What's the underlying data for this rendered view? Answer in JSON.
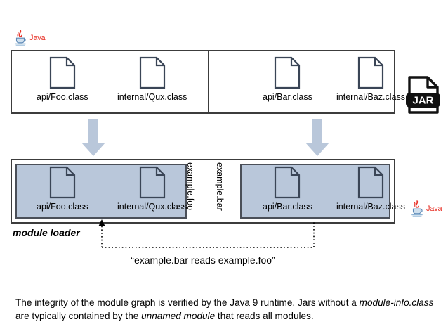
{
  "diagram": {
    "title": "Java 9 module graph / jar to module loading diagram",
    "colors": {
      "module_fill": "#b9c7da",
      "module_border": "#4a4f58",
      "box_border": "#3c3c3c",
      "arrow_fill": "#b9c7da",
      "java_red": "#e8342a",
      "jar_black": "#111111"
    },
    "java_brand_label": "Java",
    "jar_icon_label": "JAR",
    "jar_container": {
      "left_section": {
        "files": [
          {
            "icon": "file-icon",
            "label": "api/Foo.class"
          },
          {
            "icon": "file-icon",
            "label": "internal/Qux.class"
          }
        ]
      },
      "right_section": {
        "files": [
          {
            "icon": "file-icon",
            "label": "api/Bar.class"
          },
          {
            "icon": "file-icon",
            "label": "internal/Baz.class"
          }
        ]
      }
    },
    "module_container": {
      "caption": "module loader",
      "modules": [
        {
          "name": "example.foo",
          "files": [
            {
              "icon": "file-icon",
              "label": "api/Foo.class"
            },
            {
              "icon": "file-icon",
              "label": "internal/Qux.class"
            }
          ]
        },
        {
          "name": "example.bar",
          "files": [
            {
              "icon": "file-icon",
              "label": "api/Bar.class"
            },
            {
              "icon": "file-icon",
              "label": "internal/Baz.class"
            }
          ]
        }
      ]
    },
    "relation": {
      "caption": "“example.bar reads example.foo”",
      "style": "dotted-arrow",
      "from": "example.bar",
      "to": "example.foo"
    },
    "footnote": {
      "line1_a": "The integrity of the module graph is verified by the Java 9 runtime. Jars without a ",
      "line2_em1": "module-info.class",
      "line2_b": " are typically contained by the ",
      "line2_em2": "unnamed module",
      "line2_c": " that reads all modules."
    }
  }
}
